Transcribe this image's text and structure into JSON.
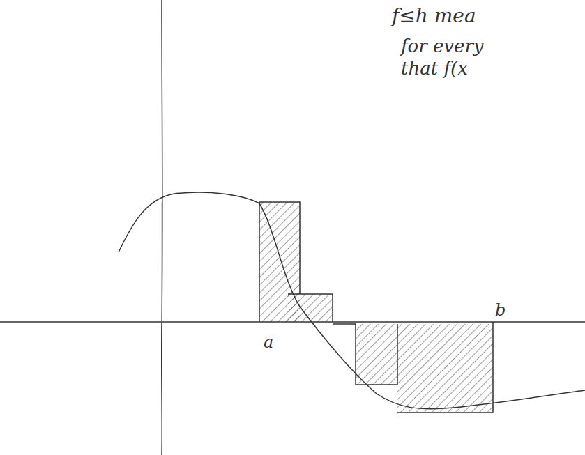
{
  "diagram": {
    "labels": [
      "f≤h mea",
      "for every",
      "that f(x",
      "a",
      "b"
    ]
  }
}
